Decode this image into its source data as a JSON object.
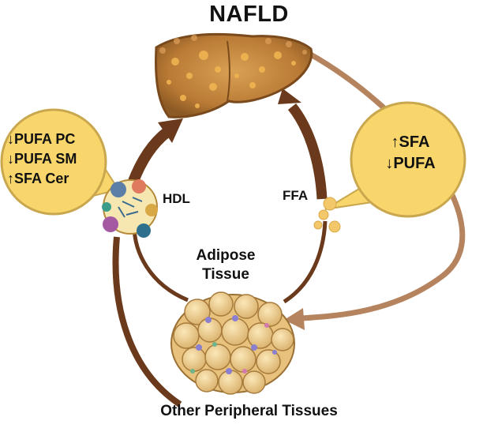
{
  "title": "NAFLD",
  "labels": {
    "hdl": "HDL",
    "ffa": "FFA",
    "adipose_line1": "Adipose",
    "adipose_line2": "Tissue",
    "peripheral": "Other Peripheral Tissues"
  },
  "left_bubble": {
    "lines": [
      "↓PUFA PC",
      "↓PUFA SM",
      "↑SFA Cer"
    ]
  },
  "right_bubble": {
    "lines": [
      "↑SFA",
      "↓PUFA"
    ]
  },
  "colors": {
    "arrow_dark": "#6b3a1c",
    "arrow_light": "#b5845f",
    "bubble_fill": "#f9d66b",
    "bubble_stroke": "#c9a74f",
    "liver": "#c98b3e",
    "fat_cell": "#f0cf8c"
  }
}
